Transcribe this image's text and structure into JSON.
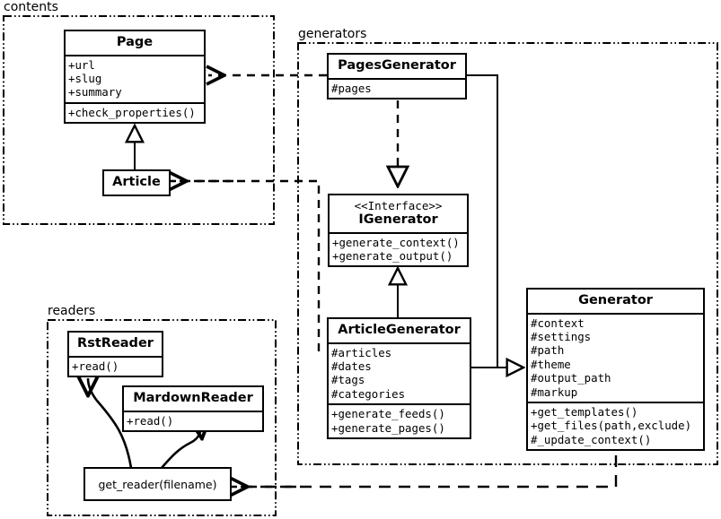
{
  "diagram": {
    "title": "Pelican architecture UML class diagram",
    "background": "#ffffff",
    "line_color": "#000000"
  },
  "packages": [
    {
      "id": "contents",
      "label": "contents",
      "border_style": "dash-dot-dot"
    },
    {
      "id": "generators",
      "label": "generators",
      "border_style": "dash-dot-dot"
    },
    {
      "id": "readers",
      "label": "readers",
      "border_style": "dash-dot-dot"
    }
  ],
  "classes": {
    "page": {
      "name": "Page",
      "stereotype": "",
      "attributes": [
        "+url",
        "+slug",
        "+summary"
      ],
      "methods": [
        "+check_properties()"
      ]
    },
    "article": {
      "name": "Article",
      "stereotype": "",
      "attributes": [],
      "methods": []
    },
    "pages_generator": {
      "name": "PagesGenerator",
      "stereotype": "",
      "attributes": [
        "#pages"
      ],
      "methods": []
    },
    "igenerator": {
      "name": "IGenerator",
      "stereotype": "<<Interface>>",
      "attributes": [],
      "methods": [
        "+generate_context()",
        "+generate_output()"
      ]
    },
    "article_generator": {
      "name": "ArticleGenerator",
      "stereotype": "",
      "attributes": [
        "#articles",
        "#dates",
        "#tags",
        "#categories"
      ],
      "methods": [
        "+generate_feeds()",
        "+generate_pages()"
      ]
    },
    "generator": {
      "name": "Generator",
      "stereotype": "",
      "attributes": [
        "#context",
        "#settings",
        "#path",
        "#theme",
        "#output_path",
        "#markup"
      ],
      "methods": [
        "+get_templates()",
        "+get_files(path,exclude)",
        "#_update_context()"
      ]
    },
    "rst_reader": {
      "name": "RstReader",
      "stereotype": "",
      "attributes": [],
      "methods": [
        "+read()"
      ]
    },
    "mardown_reader": {
      "name": "MardownReader",
      "stereotype": "",
      "attributes": [],
      "methods": [
        "+read()"
      ]
    }
  },
  "functions": {
    "get_reader": {
      "label": "get_reader(filename)"
    }
  },
  "relations": [
    {
      "from": "Article",
      "to": "Page",
      "type": "generalization",
      "arrow": "hollow-triangle",
      "line": "solid"
    },
    {
      "from": "PagesGenerator",
      "to": "IGenerator",
      "type": "realization",
      "arrow": "hollow-triangle",
      "line": "dashed"
    },
    {
      "from": "ArticleGenerator",
      "to": "IGenerator",
      "type": "realization",
      "arrow": "hollow-triangle",
      "line": "solid"
    },
    {
      "from": "PagesGenerator",
      "to": "Generator",
      "type": "generalization",
      "arrow": "hollow-triangle",
      "line": "solid"
    },
    {
      "from": "ArticleGenerator",
      "to": "Generator",
      "type": "generalization",
      "arrow": "hollow-triangle",
      "line": "solid"
    },
    {
      "from": "PagesGenerator",
      "to": "Page",
      "type": "dependency",
      "arrow": "open-arrow",
      "line": "dashed"
    },
    {
      "from": "ArticleGenerator",
      "to": "Article",
      "type": "dependency",
      "arrow": "open-arrow",
      "line": "dashed"
    },
    {
      "from": "Generator",
      "to": "get_reader(filename)",
      "type": "dependency",
      "arrow": "open-arrow",
      "line": "dashed"
    },
    {
      "from": "get_reader(filename)",
      "to": "RstReader",
      "type": "creates",
      "arrow": "open-arrow",
      "line": "solid-curved"
    },
    {
      "from": "get_reader(filename)",
      "to": "MardownReader",
      "type": "creates",
      "arrow": "open-arrow",
      "line": "solid-curved"
    }
  ]
}
